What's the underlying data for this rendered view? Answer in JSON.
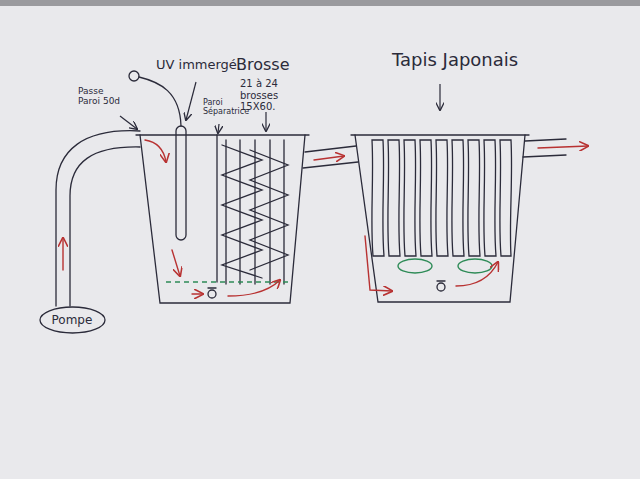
{
  "diagram": {
    "nodes": [
      {
        "text": [
          "Pompe"
        ]
      }
    ],
    "labels": [
      "Passe Paroi 50d",
      "UV immergé.",
      "Paroi Séparatrice",
      "Brosse",
      "21 à 24 brosses 15X60.",
      "Tapis Japonais"
    ]
  }
}
